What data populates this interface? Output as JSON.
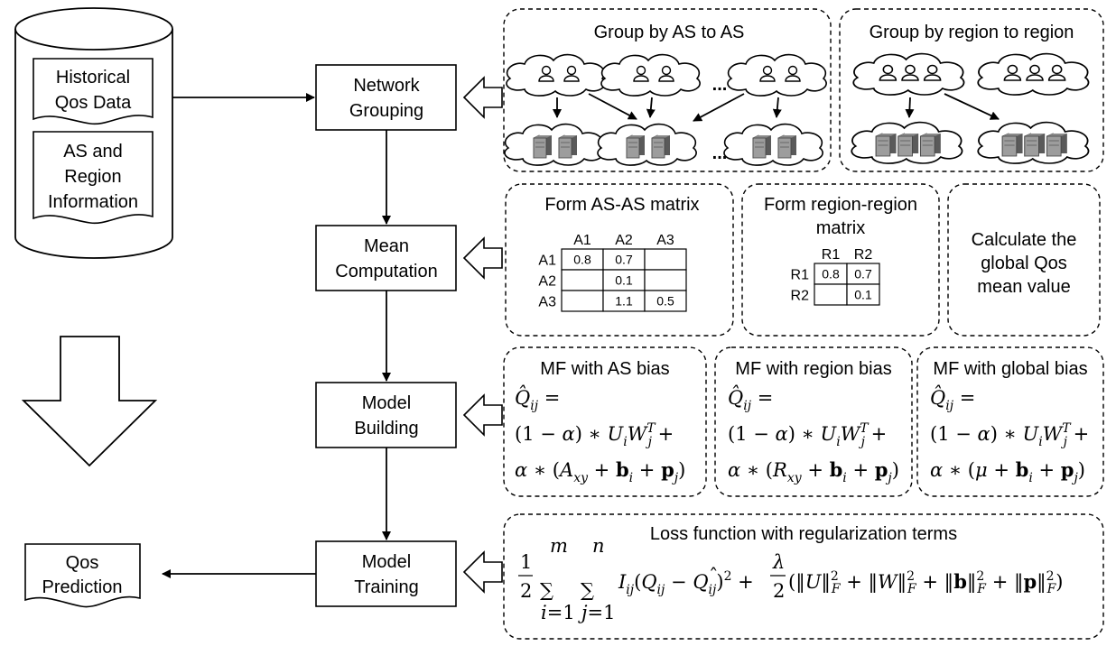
{
  "source_boxes": [
    "Historical Qos Data",
    "AS and Region Information"
  ],
  "output_box": "Qos Prediction",
  "steps": [
    {
      "line1": "Network",
      "line2": "Grouping"
    },
    {
      "line1": "Mean",
      "line2": "Computation"
    },
    {
      "line1": "Model",
      "line2": "Building"
    },
    {
      "line1": "Model",
      "line2": "Training"
    }
  ],
  "grouping": {
    "as_title": "Group by AS to AS",
    "region_title": "Group by region to region",
    "ellipsis": "..."
  },
  "mean": {
    "as_title": "Form AS-AS matrix",
    "as_cols": [
      "A1",
      "A2",
      "A3"
    ],
    "as_rows": [
      "A1",
      "A2",
      "A3"
    ],
    "as_cells": [
      [
        "0.8",
        "0.7",
        ""
      ],
      [
        "",
        "0.1",
        ""
      ],
      [
        "",
        "1.1",
        "0.5"
      ]
    ],
    "region_title_1": "Form region-region",
    "region_title_2": "matrix",
    "region_cols": [
      "R1",
      "R2"
    ],
    "region_rows": [
      "R1",
      "R2"
    ],
    "region_cells": [
      [
        "0.8",
        "0.7"
      ],
      [
        "",
        "0.1"
      ]
    ],
    "global_1": "Calculate the",
    "global_2": "global Qos",
    "global_3": "mean value"
  },
  "model": {
    "as_title": "MF with AS bias",
    "region_title": "MF with region bias",
    "global_title": "MF with global bias",
    "eq_lhs": "Q̂ij =",
    "eq_mid": "(1 − α) ∗ UiWjT +",
    "eq_as": "α ∗ (Axy + bi + pj)",
    "eq_region": "α ∗ (Rxy + bi + pj)",
    "eq_global": "α ∗ (μ + bi + pj)"
  },
  "training": {
    "title": "Loss function with regularization terms",
    "formula": "1/2 Σi=1..m Σj=1..n Iij(Qij − Q̂ij)² + λ/2(‖U‖F² + ‖W‖F² + ‖b‖F² + ‖p‖F²)"
  }
}
